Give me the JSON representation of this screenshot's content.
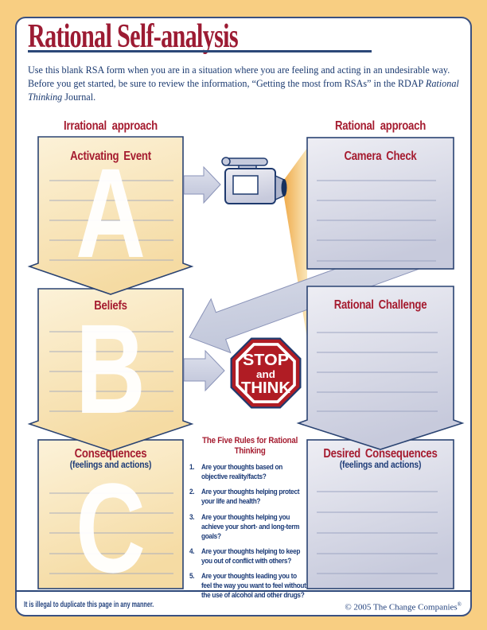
{
  "page": {
    "title": "Rational Self-analysis",
    "intro": {
      "text1": "Use this blank RSA form when you are in a situation where you are feeling and acting in an undesirable way. Before you get started, be sure to review the information, “Getting the most from RSAs” in the RDAP ",
      "italic": "Rational Thinking",
      "text2": " Journal."
    }
  },
  "headers": {
    "left": "Irrational approach",
    "right": "Rational approach"
  },
  "boxes": {
    "activating_event": {
      "title": "Activating Event",
      "letter": "A"
    },
    "camera_check": {
      "title": "Camera Check"
    },
    "beliefs": {
      "title": "Beliefs",
      "letter": "B"
    },
    "rational_challenge": {
      "title": "Rational Challenge"
    },
    "consequences": {
      "title": "Consequences",
      "subtitle": "(feelings and actions)",
      "letter": "C"
    },
    "desired_consequences": {
      "title": "Desired Consequences",
      "subtitle": "(feelings and actions)"
    }
  },
  "stop_sign": {
    "line1": "STOP",
    "line2": "and",
    "line3": "THINK"
  },
  "five_rules": {
    "heading": "The Five Rules for Rational Thinking",
    "items": [
      {
        "num": "1.",
        "text": "Are your thoughts based on objective reality/facts?"
      },
      {
        "num": "2.",
        "text": "Are your thoughts helping protect your life and health?"
      },
      {
        "num": "3.",
        "text": "Are your thoughts helping you achieve your short- and long-term goals?"
      },
      {
        "num": "4.",
        "text": "Are your thoughts helping to keep you out of conflict with others?"
      },
      {
        "num": "5.",
        "text": "Are your thoughts leading you to feel the way you want to feel without the use of alcohol and other drugs?"
      }
    ]
  },
  "footer": {
    "left": "It is illegal to duplicate this page in any manner.",
    "right": "© 2005 The Change Companies",
    "reg": "®"
  },
  "colors": {
    "page_border_gold": "#F8CE82",
    "navy": "#1F3A6E",
    "heading_red": "#A51C30",
    "stop_sign_red": "#B01C24",
    "cream_box": "#F6DDA8",
    "lavender_box": "#C9CCDD"
  }
}
